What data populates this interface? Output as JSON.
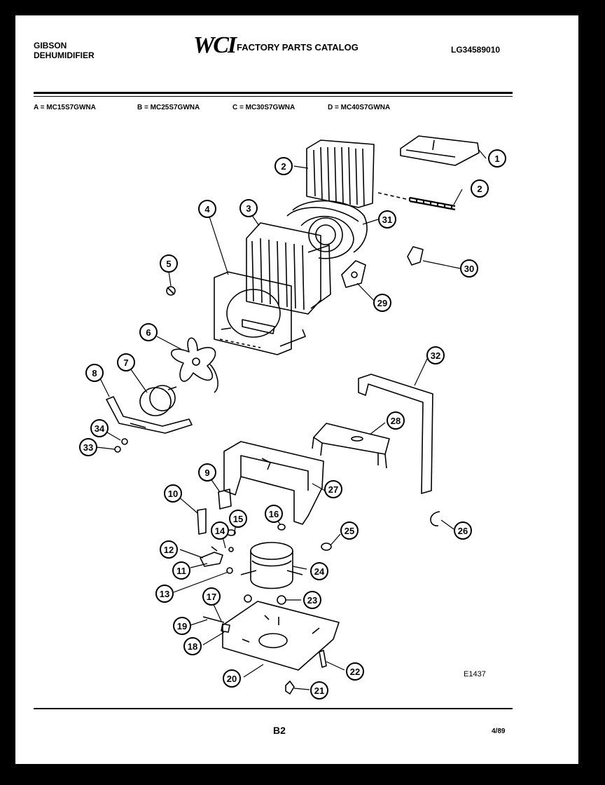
{
  "header": {
    "brand_line1": "GIBSON",
    "brand_line2": "DEHUMIDIFIER",
    "logo_text": "WCI",
    "catalog_title": "FACTORY PARTS CATALOG",
    "catalog_code": "LG34589010"
  },
  "models": [
    {
      "letter": "A",
      "code": "MC15S7GWNA"
    },
    {
      "letter": "B",
      "code": "MC25S7GWNA"
    },
    {
      "letter": "C",
      "code": "MC30S7GWNA"
    },
    {
      "letter": "D",
      "code": "MC40S7GWNA"
    }
  ],
  "callouts": [
    "1",
    "2",
    "2",
    "31",
    "3",
    "4",
    "5",
    "30",
    "29",
    "6",
    "7",
    "8",
    "32",
    "34",
    "33",
    "28",
    "9",
    "27",
    "10",
    "15",
    "16",
    "14",
    "25",
    "26",
    "12",
    "24",
    "11",
    "13",
    "17",
    "23",
    "19",
    "18",
    "22",
    "20",
    "21"
  ],
  "figure_ref": "E1437",
  "footer": {
    "page": "B2",
    "date": "4/89"
  }
}
